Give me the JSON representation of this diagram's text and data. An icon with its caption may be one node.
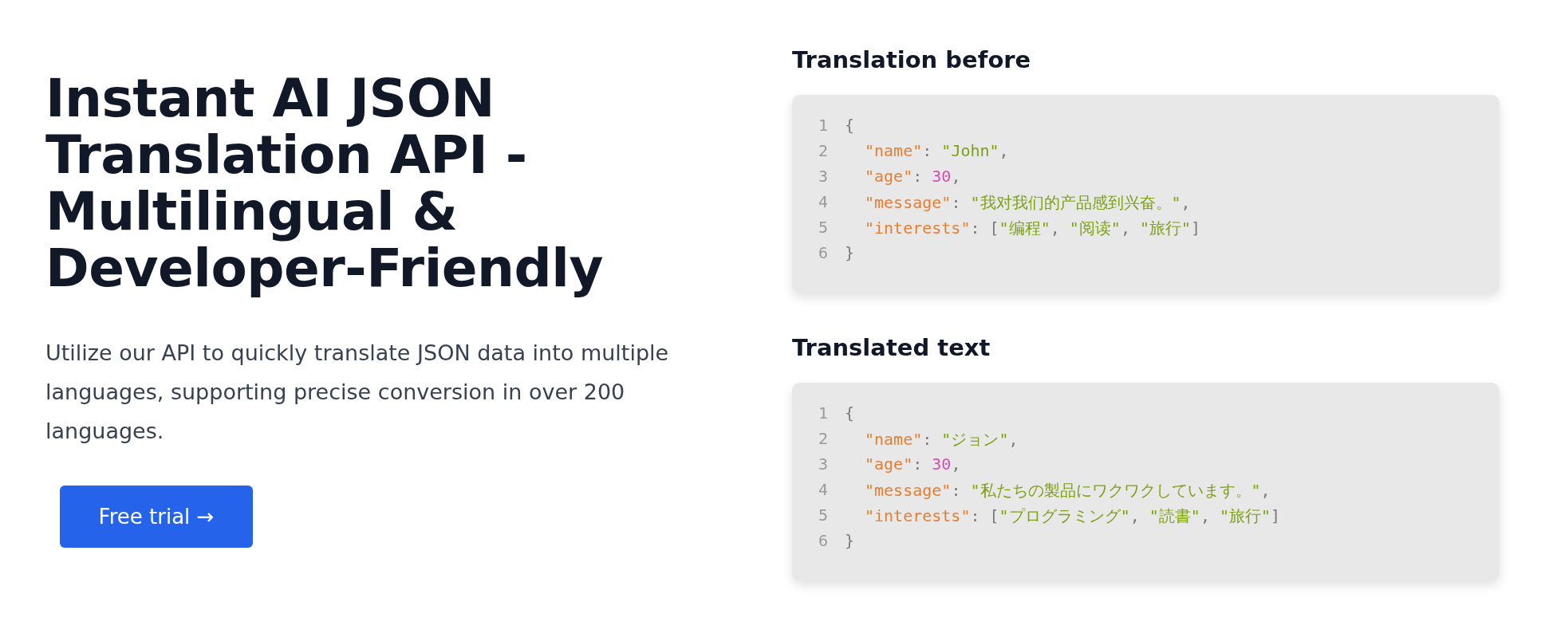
{
  "diagram": {
    "title": "Instant AI JSON Translation API - Multilingual & Developer-Friendly",
    "nodes": [
      {
        "text": [
          "Translation before",
          "1",
          "{",
          "2",
          "\"name\": \"John\",",
          "3",
          "\"age\": 30,",
          "4",
          "\"message\": \"我对我们的产品感到兴奋。\",",
          "5",
          "\"interests\": [\"编程\", \"阅读\", \"旅行\"]",
          "6",
          "}"
        ]
      },
      {
        "text": [
          "Translated text",
          "1",
          "{",
          "2",
          "\"name\": \"ジョン\",",
          "3",
          "\"age\": 30,",
          "4",
          "\"message\": \"私たちの製品にワクワクしています。\",",
          "5",
          "\"interests\": [\"プログラミング\", \"読書\", \"旅行\"]",
          "6",
          "}"
        ]
      },
      {
        "text": [
          "Free trial →"
        ]
      }
    ],
    "edges": [],
    "labels": [
      "Utilize our API to quickly translate JSON data into multiple languages, supporting precise conversion in over 200 languages."
    ]
  }
}
